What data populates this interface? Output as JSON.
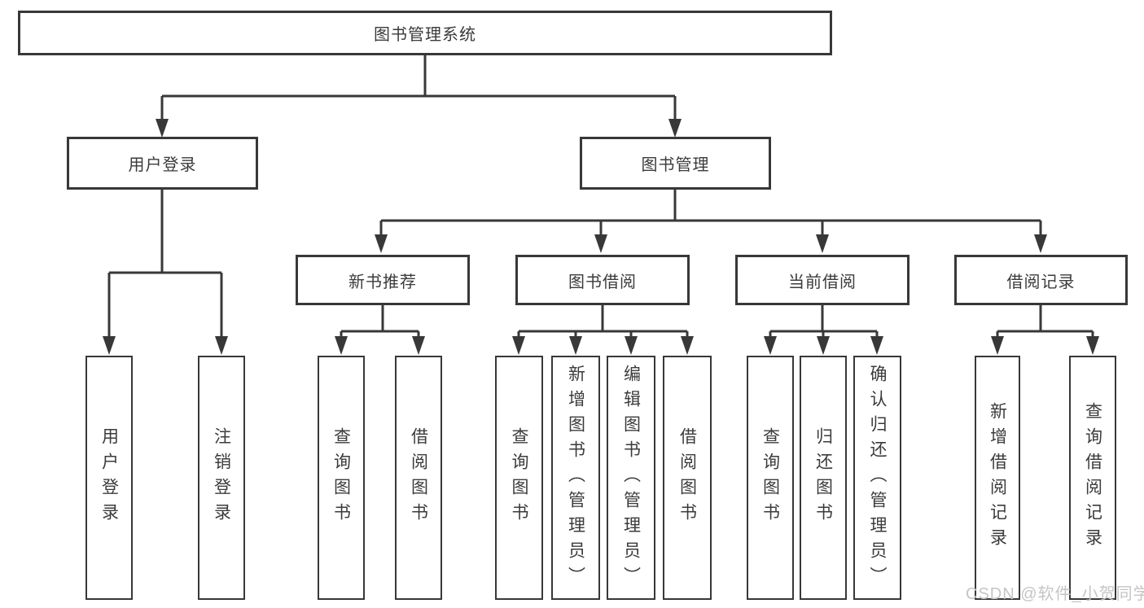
{
  "diagram": {
    "root": "图书管理系统",
    "branches": {
      "user_login": "用户登录",
      "book_mgmt": "图书管理"
    },
    "sections": {
      "new_books": "新书推荐",
      "book_borrow": "图书借阅",
      "current_borrow": "当前借阅",
      "borrow_records": "借阅记录"
    },
    "leaves": {
      "user_login": [
        "用户登录",
        "注销登录"
      ],
      "new_books": [
        "查询图书",
        "借阅图书"
      ],
      "book_borrow": [
        "查询图书",
        "新增图书（管理员）",
        "编辑图书（管理员）",
        "借阅图书"
      ],
      "current_borrow": [
        "查询图书",
        "归还图书",
        "确认归还（管理员）"
      ],
      "borrow_records": [
        "新增借阅记录",
        "查询借阅记录"
      ]
    }
  },
  "watermark": "CSDN @软件_小贺同学",
  "colors": {
    "line": "#383838",
    "text": "#3b3b3b",
    "watermark": "#c5c5c5",
    "background": "#ffffff"
  }
}
